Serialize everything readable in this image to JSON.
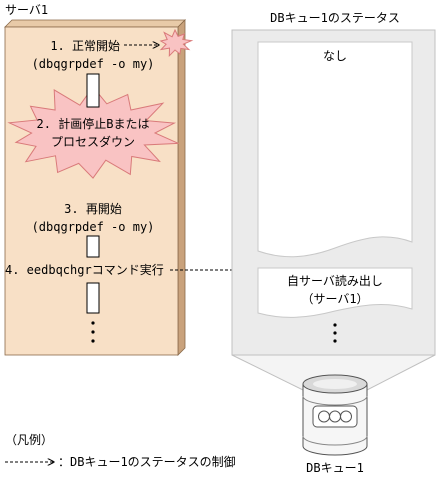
{
  "server": {
    "title": "サーバ1",
    "steps": [
      {
        "label": "1. 正常開始",
        "command": "(dbqgrpdef -o my)"
      },
      {
        "label": "2. 計画停止Bまたは",
        "label_line2": "プロセスダウン"
      },
      {
        "label": "3. 再開始",
        "command": "(dbqgrpdef -o my)"
      },
      {
        "label": "4. eedbqchgrコマンド実行"
      }
    ]
  },
  "status_panel": {
    "title": "DBキュー1のステータス",
    "states": [
      {
        "line1": "なし"
      },
      {
        "line1": "自サーバ読み出し",
        "line2": "（サーバ1）"
      }
    ]
  },
  "database": {
    "label": "DBキュー1",
    "icon": "database-cylinder-icon"
  },
  "legend": {
    "title": "（凡例）",
    "dashed_arrow_meaning": "：DBキュー1のステータスの制御"
  },
  "colors": {
    "server_face": "#f8e0c6",
    "server_side": "#c9a27c",
    "server_top": "#e8caa8",
    "burst_fill": "#f9c3c3",
    "status_panel": "#ebebeb",
    "funnel": "#f4f4f4"
  }
}
